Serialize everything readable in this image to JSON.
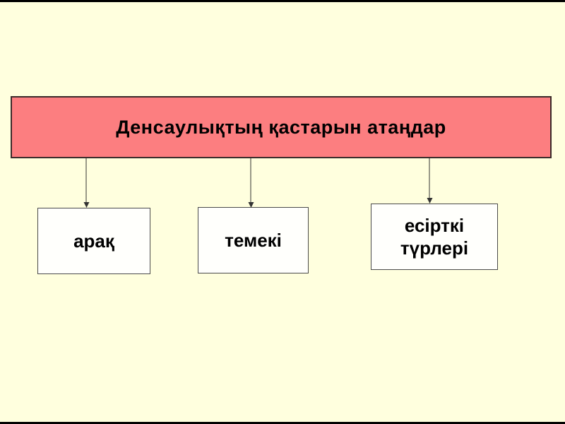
{
  "slide": {
    "title": "Денсаулықтың қастарын атаңдар",
    "nodes": [
      {
        "label": "арақ"
      },
      {
        "label": "темекі"
      },
      {
        "label": "есірткі түрлері"
      }
    ]
  },
  "colors": {
    "background": "#FFFFDE",
    "header_fill": "#FC7E80",
    "header_border": "#3B2B2B",
    "node_fill": "#FFFFFC",
    "node_border": "#4A4A4A",
    "connector": "#333333",
    "edge_bar": "#000000"
  }
}
